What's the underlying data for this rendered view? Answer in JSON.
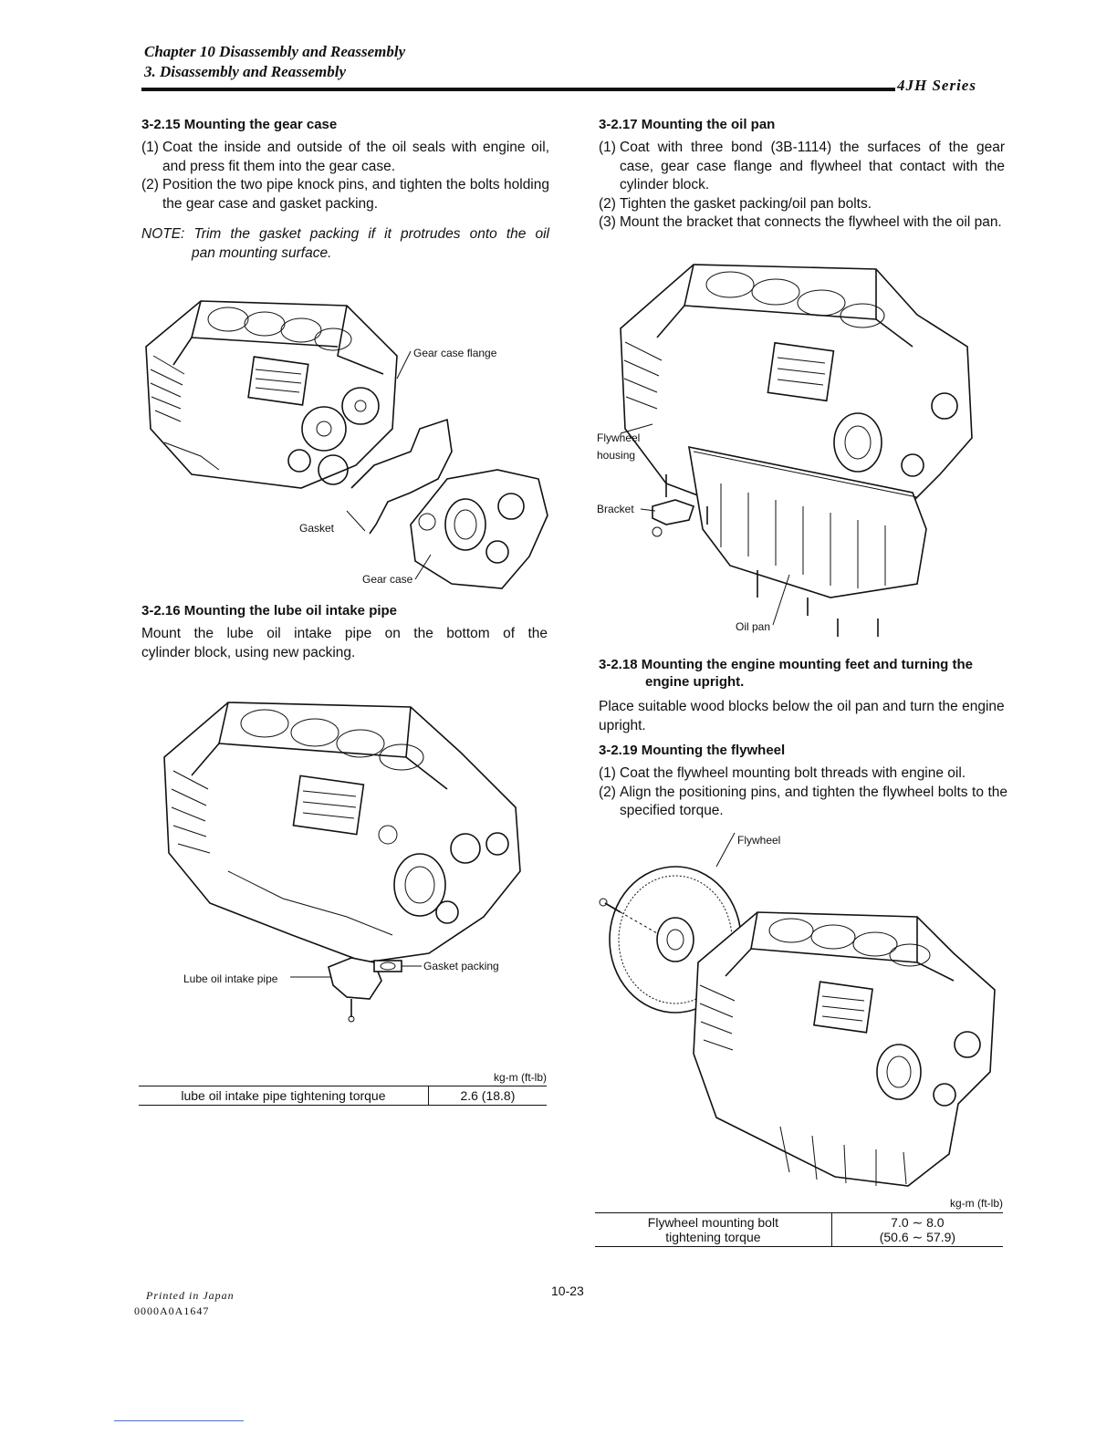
{
  "header": {
    "chapter": "Chapter 10 Disassembly and Reassembly",
    "section": "3. Disassembly and Reassembly",
    "series": "4JH Series"
  },
  "left": {
    "s15": {
      "title": "3-2.15 Mounting the gear case",
      "steps": [
        {
          "num": "(1)",
          "text": "Coat the inside and outside of the oil seals with engine oil, and press fit them into the gear case."
        },
        {
          "num": "(2)",
          "text": "Position the two pipe knock pins, and tighten the bolts holding the gear case and gasket packing."
        }
      ],
      "note_line1": "NOTE: Trim the gasket packing if it protrudes onto the oil",
      "note_line2": "pan mounting surface.",
      "callouts": {
        "gear_case_flange": "Gear case flange",
        "gasket": "Gasket",
        "gear_case": "Gear case"
      }
    },
    "s16": {
      "title": "3-2.16 Mounting the lube oil intake pipe",
      "line1": "Mount the lube oil intake pipe on the bottom of the",
      "line2": "cylinder block, using new packing.",
      "callouts": {
        "lube_oil_intake_pipe": "Lube oil intake pipe",
        "gasket_packing": "Gasket packing"
      },
      "spec_unit": "kg-m (ft-lb)",
      "spec_label": "lube oil intake pipe tightening torque",
      "spec_value": "2.6 (18.8)"
    }
  },
  "right": {
    "s17": {
      "title": "3-2.17 Mounting the oil pan",
      "steps": [
        {
          "num": "(1)",
          "text": "Coat with three bond (3B-1114) the surfaces of the gear case, gear case flange and flywheel that contact with the cylinder block."
        },
        {
          "num": "(2)",
          "text": "Tighten the gasket packing/oil pan bolts."
        },
        {
          "num": "(3)",
          "text": "Mount the bracket that connects the flywheel with the oil pan."
        }
      ],
      "callouts": {
        "flywheel_housing_1": "Flywheel",
        "flywheel_housing_2": "housing",
        "bracket": "Bracket",
        "oil_pan": "Oil pan"
      }
    },
    "s18": {
      "title_line1": "3-2.18 Mounting the engine mounting feet and turning the",
      "title_line2": "engine upright.",
      "text": "Place suitable wood blocks below the oil pan and turn the engine upright."
    },
    "s19": {
      "title": "3-2.19 Mounting the flywheel",
      "steps": [
        {
          "num": "(1)",
          "text": "Coat the flywheel mounting bolt threads with engine oil."
        },
        {
          "num": "(2)",
          "text": "Align the positioning pins, and tighten the flywheel bolts to the specified torque."
        }
      ],
      "callouts": {
        "flywheel": "Flywheel"
      },
      "spec_unit": "kg-m (ft-lb)",
      "spec_label_1": "Flywheel mounting bolt",
      "spec_label_2": "tightening torque",
      "spec_value_1": "7.0 ∼ 8.0",
      "spec_value_2": "(50.6 ∼ 57.9)"
    }
  },
  "footer": {
    "printed": "Printed in Japan",
    "code": "0000A0A1647",
    "page": "10-23"
  }
}
